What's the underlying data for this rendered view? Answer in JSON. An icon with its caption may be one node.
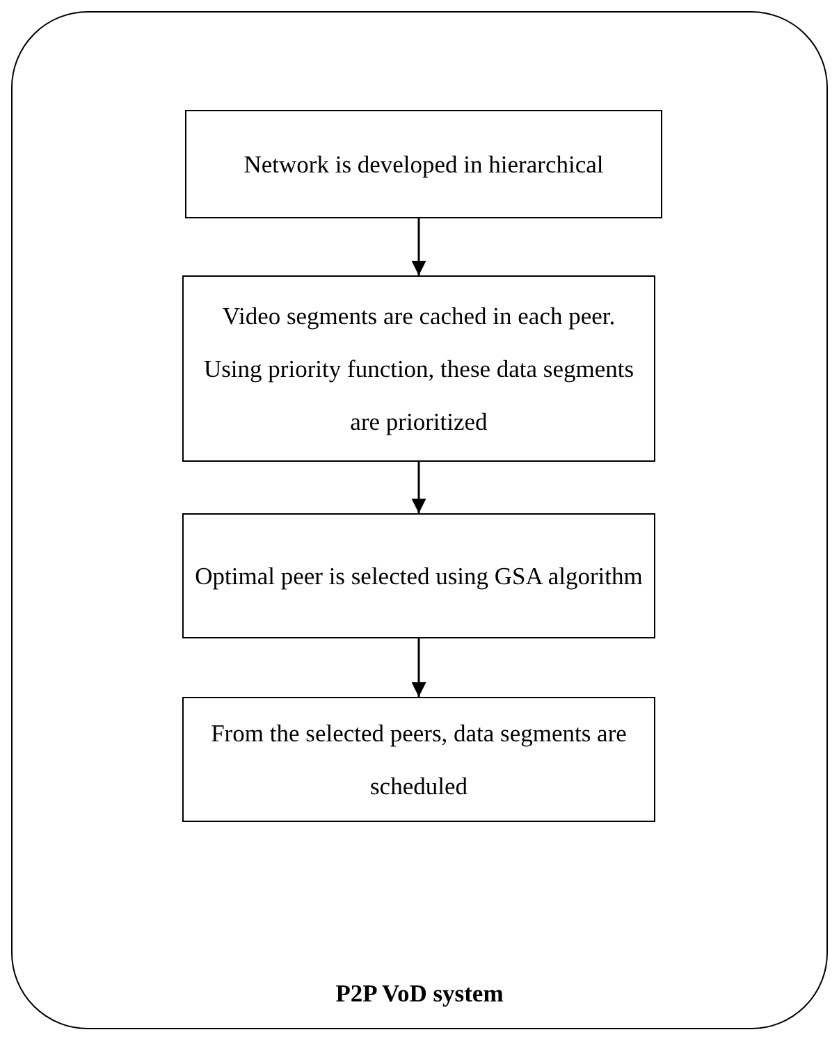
{
  "diagram": {
    "nodes": [
      {
        "text": [
          "P2P VoD system"
        ]
      },
      {
        "text": [
          "Network is developed in hierarchical"
        ],
        "in": 0
      },
      {
        "text": [
          "Video segments are cached in each peer. Using priority function, these data segments are prioritized"
        ],
        "in": 0
      },
      {
        "text": [
          "Optimal peer is selected using GSA algorithm"
        ],
        "in": 0
      },
      {
        "text": [
          "From the selected peers, data segments are scheduled"
        ],
        "in": 0
      }
    ],
    "edges": [
      {
        "from": 1,
        "to": 2,
        "arrow": "to"
      },
      {
        "from": 2,
        "to": 3,
        "arrow": "to"
      },
      {
        "from": 3,
        "to": 4,
        "arrow": "to"
      }
    ]
  }
}
